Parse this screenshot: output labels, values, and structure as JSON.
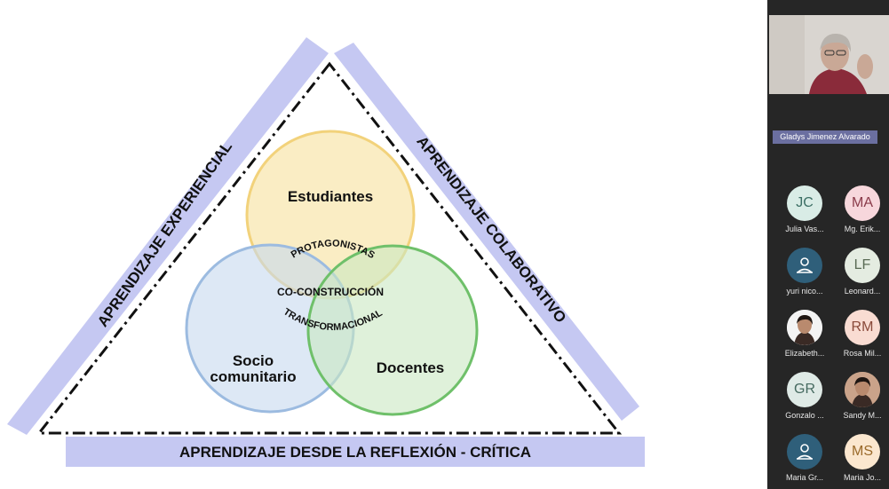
{
  "slide": {
    "labels": {
      "left": "APRENDIZAJE EXPERIENCIAL",
      "right": "APRENDIZAJE COLABORATIVO",
      "bottom": "APRENDIZAJE DESDE LA REFLEXIÓN - CRÍTICA"
    },
    "circles": {
      "top": "Estudiantes",
      "left_line1": "Socio",
      "left_line2": "comunitario",
      "right": "Docentes"
    },
    "center": {
      "arc_top": "PROTAGONISTAS",
      "middle": "CO-CONSTRUCCIÓN",
      "arc_bottom": "TRANSFORMACIONAL"
    },
    "colors": {
      "band": "#c5c8f2",
      "circle_top": "#f8e3a5",
      "circle_left": "#c6d9ef",
      "circle_right": "#c9e8c2"
    }
  },
  "sidebar": {
    "speaker_name": "Gladys Jimenez Alvarado",
    "participants": [
      {
        "initials": "JC",
        "name": "Julia Vas...",
        "avatar": "initials",
        "bg": "#d9ece6",
        "fg": "#3b6e64"
      },
      {
        "initials": "MA",
        "name": "Mg. Erik...",
        "avatar": "initials",
        "bg": "#f7d7dc",
        "fg": "#8a3b4a"
      },
      {
        "initials": "",
        "name": "yuri nico...",
        "avatar": "person-icon",
        "bg": "#2f5f7a",
        "fg": "#ffffff"
      },
      {
        "initials": "LF",
        "name": "Leonard...",
        "avatar": "initials",
        "bg": "#e4ece1",
        "fg": "#5a6b55"
      },
      {
        "initials": "",
        "name": "Elizabeth...",
        "avatar": "photo",
        "bg": "#f4f4f4",
        "fg": "#222222"
      },
      {
        "initials": "RM",
        "name": "Rosa Mil...",
        "avatar": "initials",
        "bg": "#f9dcd2",
        "fg": "#8a4a3a"
      },
      {
        "initials": "GR",
        "name": "Gonzalo ...",
        "avatar": "initials",
        "bg": "#dfeae6",
        "fg": "#466a60"
      },
      {
        "initials": "",
        "name": "Sandy M...",
        "avatar": "photo",
        "bg": "#caa38a",
        "fg": "#222222"
      },
      {
        "initials": "",
        "name": "Maria Gr...",
        "avatar": "person-icon",
        "bg": "#2f5f7a",
        "fg": "#ffffff"
      },
      {
        "initials": "MS",
        "name": "Maria Jo...",
        "avatar": "initials",
        "bg": "#fbe7cf",
        "fg": "#9a6a2a"
      }
    ]
  }
}
